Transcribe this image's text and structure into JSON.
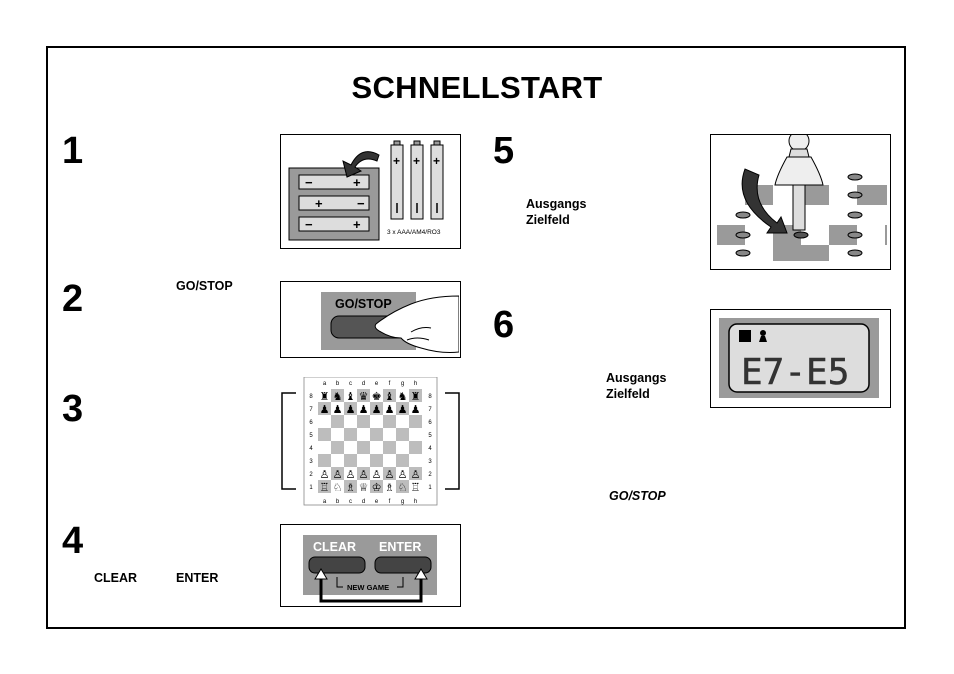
{
  "title": "SCHNELLSTART",
  "steps": {
    "s1": {
      "num": "1",
      "battery_caption": "3 x AAA/AM4/RO3"
    },
    "s2": {
      "num": "2",
      "label": "GO/STOP",
      "button_label": "GO/STOP"
    },
    "s3": {
      "num": "3",
      "files": [
        "a",
        "b",
        "c",
        "d",
        "e",
        "f",
        "g",
        "h"
      ],
      "ranks": [
        "8",
        "7",
        "6",
        "5",
        "4",
        "3",
        "2",
        "1"
      ]
    },
    "s4": {
      "num": "4",
      "label_clear": "CLEAR",
      "label_enter": "ENTER",
      "button_clear": "CLEAR",
      "button_enter": "ENTER",
      "new_game": "NEW GAME"
    },
    "s5": {
      "num": "5",
      "line1": "Ausgangs",
      "line2": "Zielfeld"
    },
    "s6": {
      "num": "6",
      "line1": "Ausgangs",
      "line2": "Zielfeld",
      "display_text": "E7-E5",
      "gostop": "GO/STOP"
    }
  },
  "icons": [
    "battery-icon",
    "hand-icon",
    "pawn-icon",
    "chess-piece-icon",
    "arrow-icon"
  ]
}
